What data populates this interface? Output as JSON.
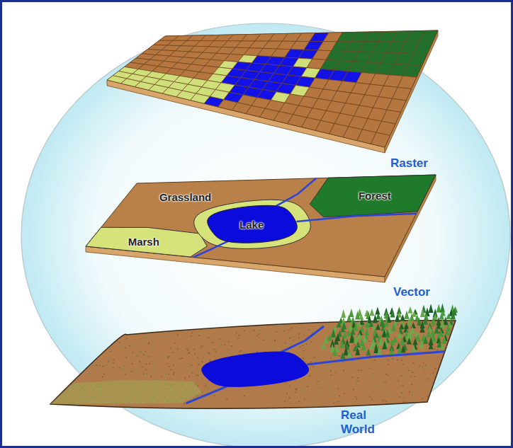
{
  "diagram": {
    "labels": [
      "Raster",
      "Grassland",
      "Forest",
      "Lake",
      "Marsh",
      "Vector",
      "Real World"
    ]
  }
}
